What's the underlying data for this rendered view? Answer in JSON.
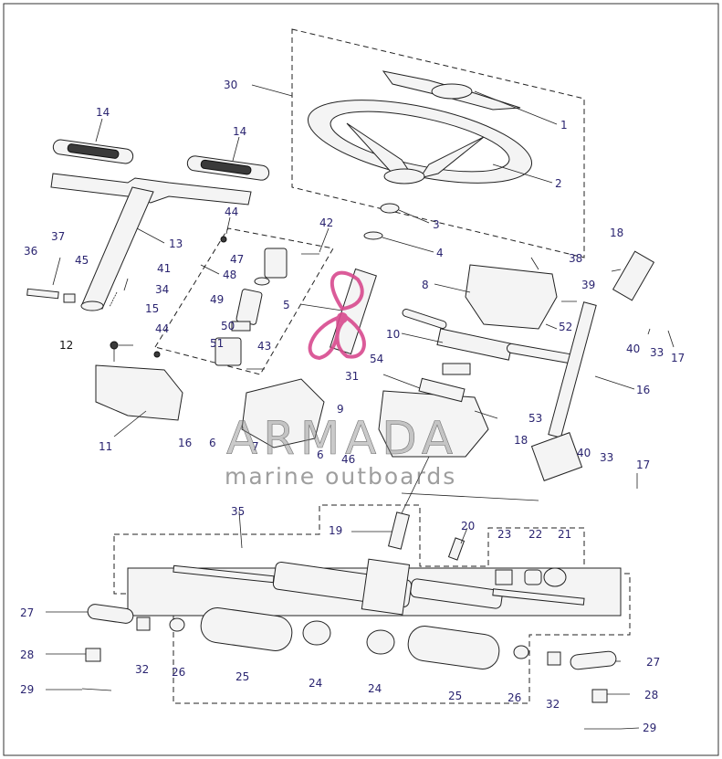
{
  "colors": {
    "label": "#2a2470",
    "accent": "#d84a8e",
    "ink": "#222222"
  },
  "labels": {
    "p1": "1",
    "p2": "2",
    "p3": "3",
    "p4": "4",
    "p5": "5",
    "p6a": "6",
    "p6b": "6",
    "p7": "7",
    "p8": "8",
    "p9": "9",
    "p10": "10",
    "p11": "11",
    "p12": "12",
    "p13": "13",
    "p14a": "14",
    "p14b": "14",
    "p15": "15",
    "p16a": "16",
    "p16b": "16",
    "p17a": "17",
    "p17b": "17",
    "p18a": "18",
    "p18b": "18",
    "p19": "19",
    "p20": "20",
    "p21": "21",
    "p22": "22",
    "p23": "23",
    "p24a": "24",
    "p24b": "24",
    "p25a": "25",
    "p25b": "25",
    "p26a": "26",
    "p26b": "26",
    "p27a": "27",
    "p27b": "27",
    "p28a": "28",
    "p28b": "28",
    "p29a": "29",
    "p29b": "29",
    "p30": "30",
    "p31": "31",
    "p32a": "32",
    "p32b": "32",
    "p33a": "33",
    "p33b": "33",
    "p34": "34",
    "p35": "35",
    "p36": "36",
    "p37": "37",
    "p38": "38",
    "p39": "39",
    "p40a": "40",
    "p40b": "40",
    "p41": "41",
    "p42": "42",
    "p43": "43",
    "p44a": "44",
    "p44b": "44",
    "p45": "45",
    "p46": "46",
    "p47": "47",
    "p48": "48",
    "p49": "49",
    "p50": "50",
    "p51": "51",
    "p52": "52",
    "p53": "53",
    "p54": "54"
  },
  "watermark": {
    "title": "ARMADA",
    "subtitle": "marine outboards"
  }
}
